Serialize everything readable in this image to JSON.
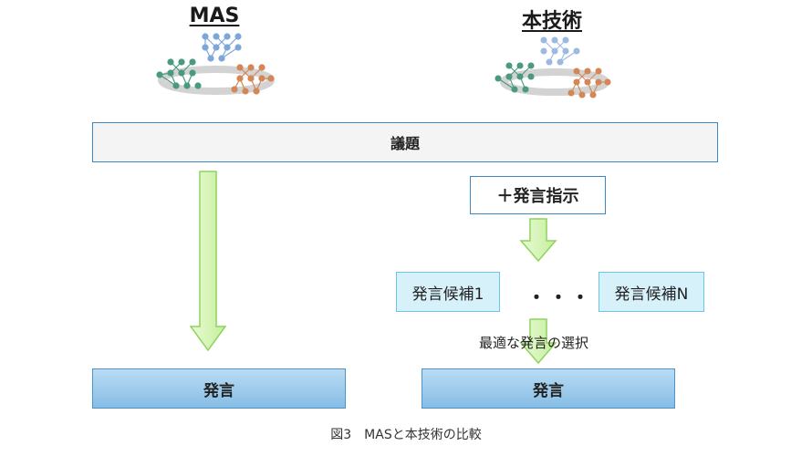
{
  "headings": {
    "left": "MAS",
    "right": "本技術"
  },
  "topic": "議題",
  "instruction": "＋発言指示",
  "candidates": {
    "first": "発言候補1",
    "ellipsis": "・・・",
    "last": "発言候補N"
  },
  "selection_note": "最適な発言の選択",
  "outputs": {
    "left": "発言",
    "right": "発言"
  },
  "caption": "図3　MASと本技術の比較",
  "colors": {
    "box_border": "#3d87c2",
    "candidate_fill": "#d7f1fb",
    "output_fill": "#86bde6",
    "arrow_fill": "#d6f7b6",
    "arrow_stroke": "#8ed45c",
    "net_green": "#4a9a7e",
    "net_blue": "#7da7d9",
    "net_orange": "#d48755"
  }
}
